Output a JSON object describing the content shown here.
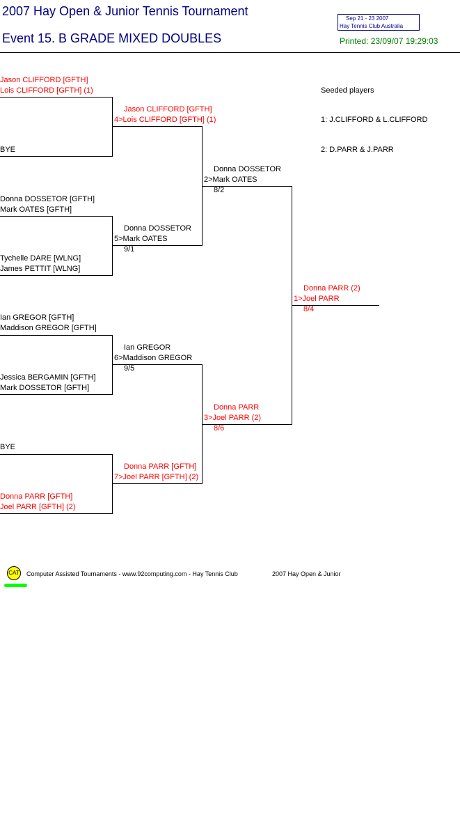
{
  "header": {
    "title": "2007 Hay Open & Junior Tennis Tournament",
    "event": "Event 15. B GRADE MIXED DOUBLES",
    "box_dates": "Sep 21 - 23 2007",
    "box_club": "Hay Tennis Club   Australia",
    "printed": "Printed: 23/09/07 19:29:03"
  },
  "seeds": {
    "heading": "Seeded players",
    "s1": "1: J.CLIFFORD & L.CLIFFORD",
    "s2": "2: D.PARR & J.PARR"
  },
  "round1": {
    "d1a": "Jason CLIFFORD [GFTH]",
    "d1b": "Lois CLIFFORD [GFTH] (1)",
    "d2a": "BYE",
    "d3a": "Donna DOSSETOR [GFTH]",
    "d3b": "Mark OATES [GFTH]",
    "d4a": "Tychelle DARE [WLNG]",
    "d4b": "James PETTIT [WLNG]",
    "d5a": "Ian GREGOR [GFTH]",
    "d5b": "Maddison GREGOR [GFTH]",
    "d6a": "Jessica BERGAMIN [GFTH]",
    "d6b": "Mark DOSSETOR [GFTH]",
    "d7a": "BYE",
    "d8a": "Donna PARR [GFTH]",
    "d8b": "Joel PARR [GFTH] (2)"
  },
  "round2": {
    "m1a": "Jason CLIFFORD [GFTH]",
    "m1b": "4>Lois CLIFFORD [GFTH] (1)",
    "m2a": "Donna DOSSETOR",
    "m2b": "5>Mark OATES",
    "m2s": "9/1",
    "m3a": "Ian GREGOR",
    "m3b": "6>Maddison GREGOR",
    "m3s": "9/5",
    "m4a": "Donna PARR [GFTH]",
    "m4b": "7>Joel PARR [GFTH] (2)"
  },
  "semis": {
    "s1a": "Donna DOSSETOR",
    "s1b": "2>Mark OATES",
    "s1s": "8/2",
    "s2a": "Donna PARR",
    "s2b": "3>Joel PARR (2)",
    "s2s": "8/6"
  },
  "final": {
    "a": "Donna PARR (2)",
    "b": "1>Joel PARR",
    "s": "8/4"
  },
  "footer": {
    "logo": "CAT",
    "credit": "Computer Assisted Tournaments - www.92computing.com -  Hay Tennis Club",
    "event": "2007 Hay Open & Junior"
  },
  "colors": {
    "title": "#000080",
    "printed": "#008000",
    "winner": "#ff0000",
    "logo": "#ffff00",
    "swoosh": "#00ff00"
  }
}
